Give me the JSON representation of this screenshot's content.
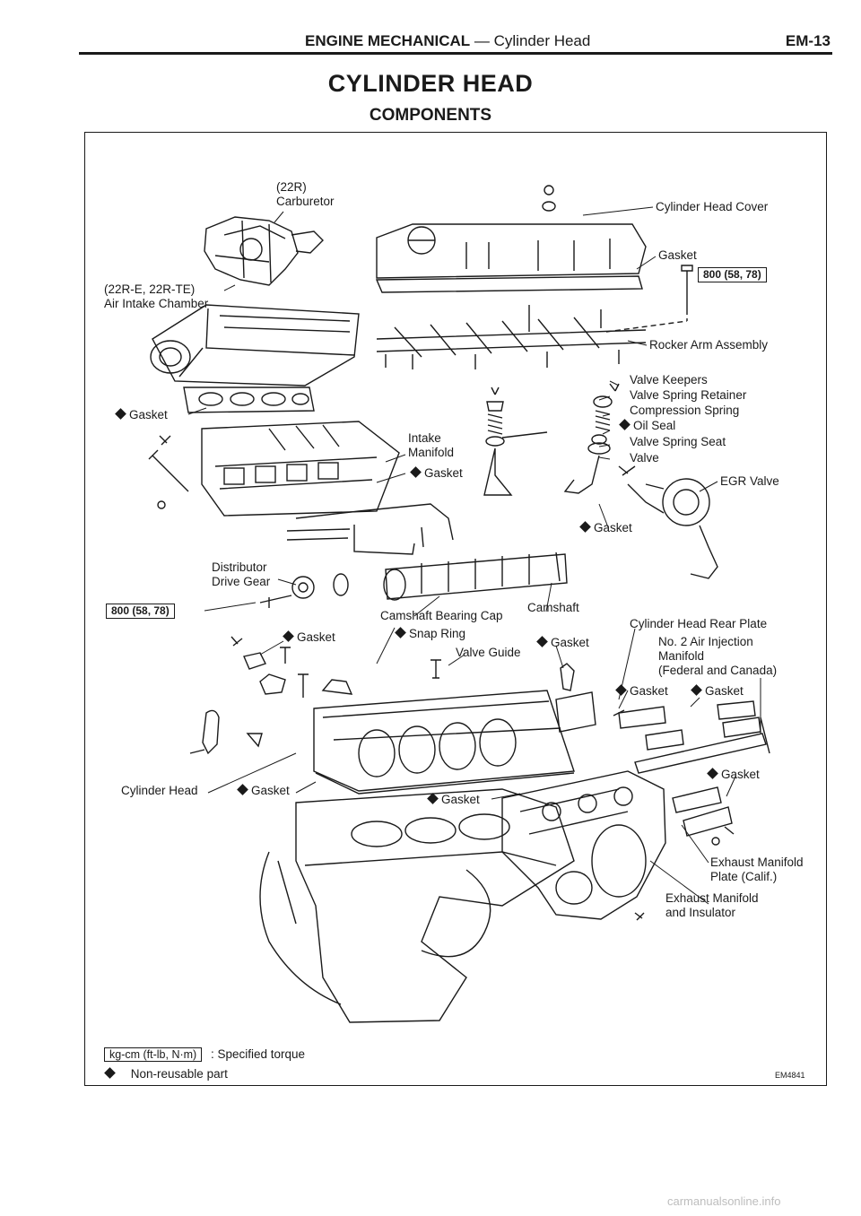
{
  "header": {
    "section_bold": "ENGINE MECHANICAL",
    "section_rest": " — Cylinder Head",
    "page": "EM-13"
  },
  "title": "CYLINDER HEAD",
  "subtitle": "COMPONENTS",
  "labels": {
    "carb_22r": "(22R)\nCarburetor",
    "intake_chamber": "(22R-E, 22R-TE)\nAir Intake Chamber",
    "cyl_head_cover": "Cylinder Head Cover",
    "gasket_cover": "Gasket",
    "rocker_arm": "Rocker Arm Assembly",
    "valve_keepers": "Valve Keepers",
    "valve_spring_retainer": "Valve Spring Retainer",
    "compression_spring": "Compression Spring",
    "oil_seal": "Oil Seal",
    "valve_spring_seat": "Valve Spring Seat",
    "valve": "Valve",
    "egr_valve": "EGR Valve",
    "gasket_intake_left": "Gasket",
    "intake_manifold": "Intake\nManifold",
    "gasket_intake_manifold": "Gasket",
    "gasket_egr": "Gasket",
    "distributor_gear": "Distributor\nDrive Gear",
    "camshaft_bearing_cap": "Camshaft Bearing Cap",
    "camshaft": "Camshaft",
    "cyl_head_rear_plate": "Cylinder Head Rear Plate",
    "gasket_left_mid": "Gasket",
    "snap_ring": "Snap Ring",
    "valve_guide": "Valve Guide",
    "gasket_mid": "Gasket",
    "no2_air_injection": "No. 2 Air Injection\nManifold\n(Federal and Canada)",
    "gasket_air1": "Gasket",
    "gasket_air2": "Gasket",
    "gasket_air3": "Gasket",
    "cylinder_head": "Cylinder Head",
    "gasket_head": "Gasket",
    "gasket_exhaust": "Gasket",
    "exhaust_plate": "Exhaust Manifold\nPlate (Calif.)",
    "exhaust_manifold": "Exhaust Manifold\nand Insulator"
  },
  "torque": {
    "cover": "800 (58, 78)",
    "distributor": "800 (58, 78)"
  },
  "legend": {
    "unit_box": "kg-cm (ft-lb, N·m)",
    "unit_desc": ": Specified torque",
    "nonreusable": "Non-reusable part"
  },
  "figure_code": "EM4841",
  "watermark": "carmanualsonline.info"
}
